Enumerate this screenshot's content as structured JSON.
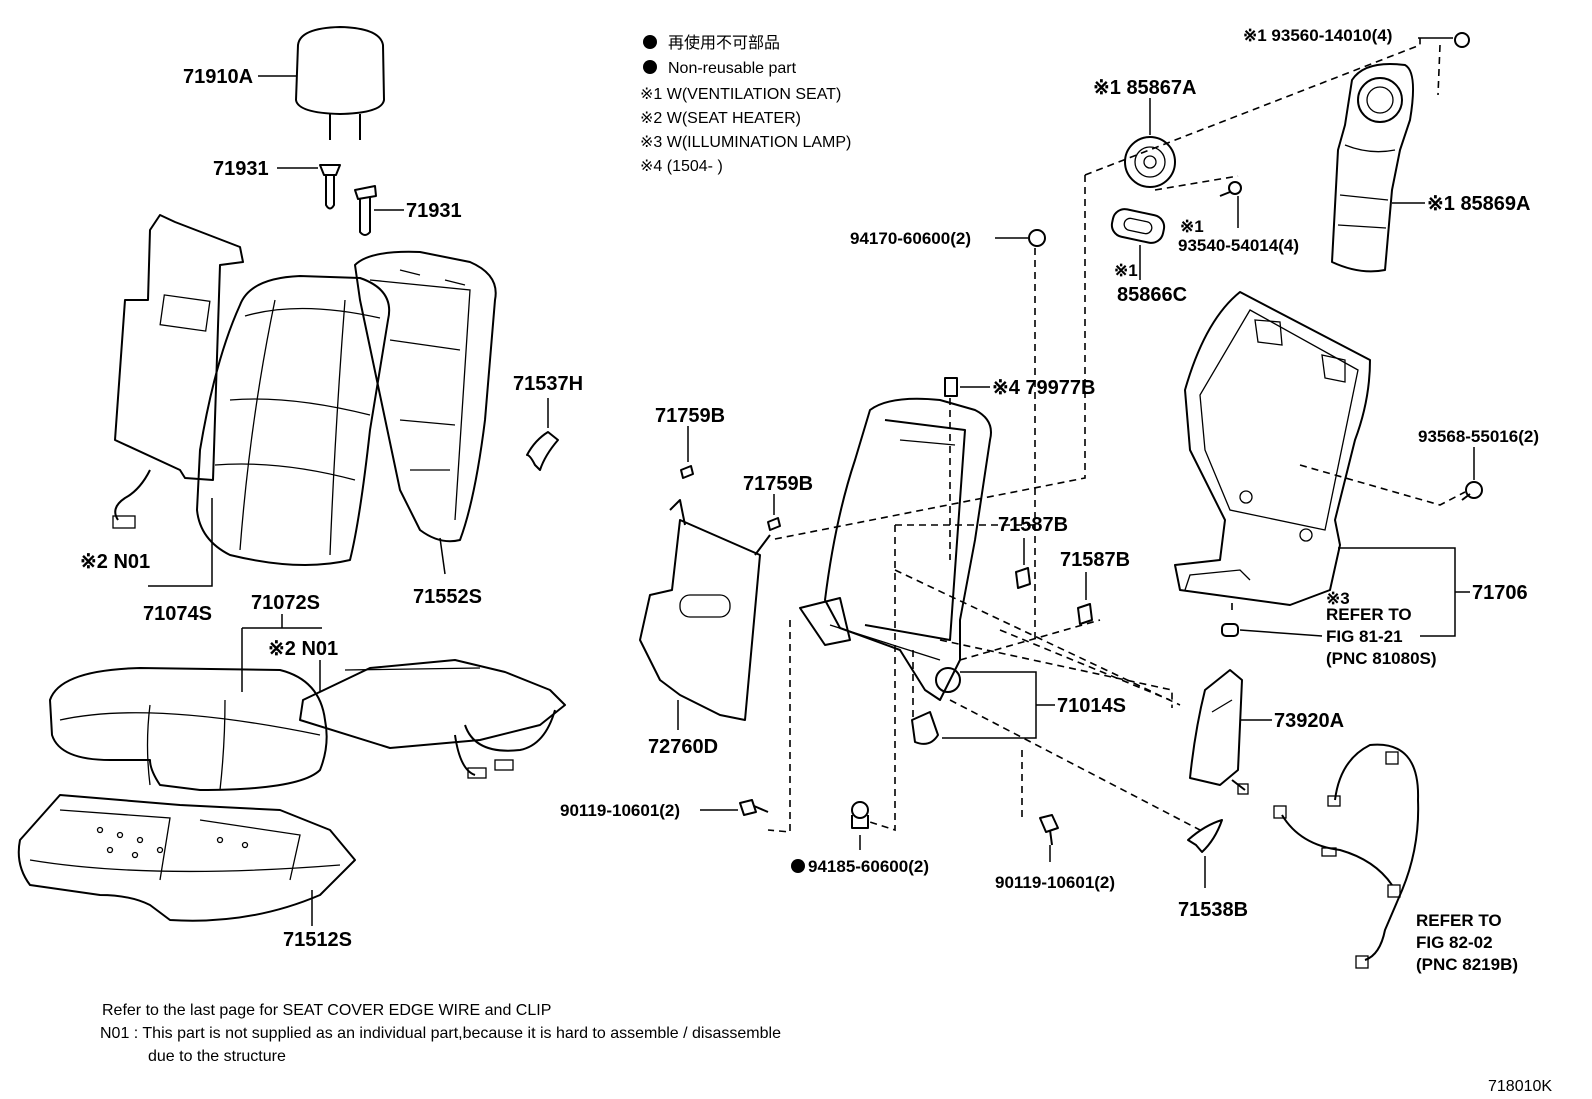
{
  "legend": {
    "dot_ja": "再使用不可部品",
    "dot_en": "Non-reusable part",
    "n1": "※1  W(VENTILATION  SEAT)",
    "n2": "※2  W(SEAT  HEATER)",
    "n3": "※3  W(ILLUMINATION  LAMP)",
    "n4": "※4  (1504-        )"
  },
  "parts": {
    "p71910A": "71910A",
    "p71931a": "71931",
    "p71931b": "71931",
    "p71537H": "71537H",
    "p71552S": "71552S",
    "p71074S": "71074S",
    "p71072S": "71072S",
    "n01a": "※2 N01",
    "n01b": "※2 N01",
    "p71512S": "71512S",
    "p71759Ba": "71759B",
    "p71759Bb": "71759B",
    "p72760D": "72760D",
    "p90119a": "90119-10601(2)",
    "p94185": "94185-60600(2)",
    "p90119b": "90119-10601(2)",
    "p94170": "94170-60600(2)",
    "p79977B": "※4 79977B",
    "p71587Ba": "71587B",
    "p71587Bb": "71587B",
    "p71014S": "71014S",
    "p85867A": "※1 85867A",
    "p93540mark": "※1",
    "p93540": "93540-54014(4)",
    "p85866Cmark": "※1",
    "p85866C": "85866C",
    "p93560": "※1  93560-14010(4)",
    "p85869A": "※1 85869A",
    "p93568": "93568-55016(2)",
    "p71706": "71706",
    "p73920A": "73920A",
    "p71538B": "71538B"
  },
  "refs": {
    "r1_mark": "※3",
    "r1_l1": "REFER  TO",
    "r1_l2": "FIG  81-21",
    "r1_l3": "(PNC  81080S)",
    "r2_l1": "REFER  TO",
    "r2_l2": "FIG  82-02",
    "r2_l3": "(PNC  8219B)"
  },
  "notes": {
    "line1": "Refer to the last page for SEAT COVER EDGE WIRE and CLIP",
    "line2": "N01 : This part is not supplied as an individual part,because it is hard to assemble / disassemble",
    "line3": "due to the structure"
  },
  "fig_id": "718010K"
}
